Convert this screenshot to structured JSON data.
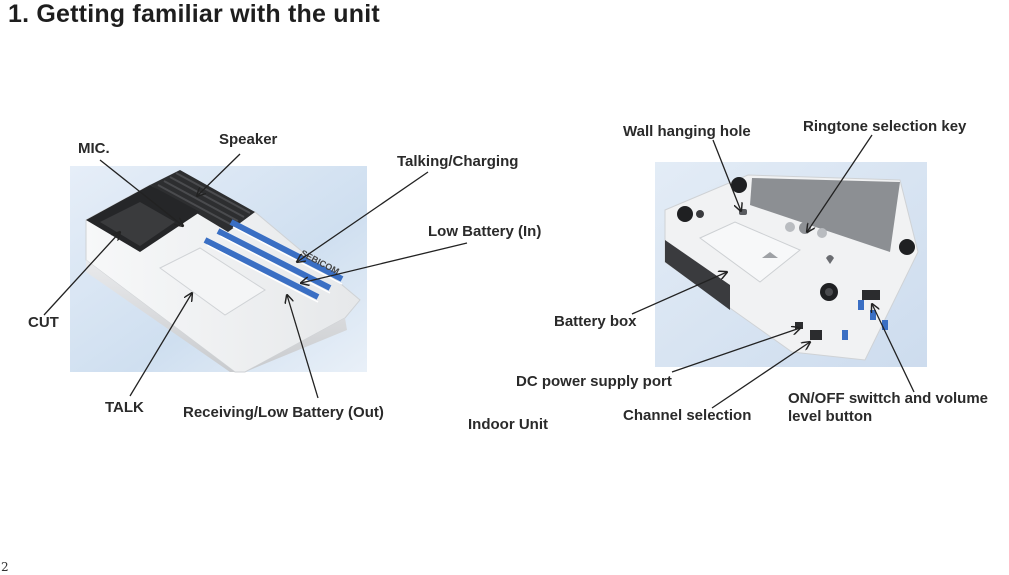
{
  "title": "1.  Getting familiar with the unit",
  "page_number": "2",
  "left_unit": {
    "brand_text": "SEBICOM",
    "labels": {
      "mic": "MIC.",
      "speaker": "Speaker",
      "talking_charging": "Talking/Charging",
      "low_battery_in": "Low Battery (In)",
      "cut": "CUT",
      "talk": "TALK",
      "receiving_low_battery_out": "Receiving/Low Battery (Out)"
    }
  },
  "right_unit": {
    "labels": {
      "wall_hanging_hole": "Wall hanging hole",
      "ringtone_selection_key": "Ringtone selection key",
      "battery_box": "Battery box",
      "dc_power_supply_port": "DC power supply port",
      "channel_selection": "Channel selection",
      "on_off_volume": "ON/OFF swittch and volume level button"
    }
  },
  "caption": "Indoor Unit",
  "colors": {
    "stripe": "#3a6fc4",
    "background_glow": "#dce8f5"
  }
}
